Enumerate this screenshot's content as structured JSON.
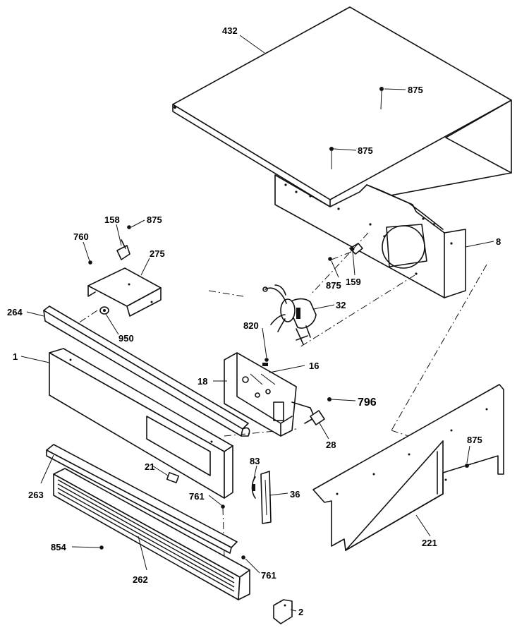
{
  "labels": {
    "p432": "432",
    "p875_a": "875",
    "p875_b": "875",
    "p875_c": "875",
    "p875_d": "875",
    "p875_e": "875",
    "p8": "8",
    "p158": "158",
    "p760": "760",
    "p275": "275",
    "p159": "159",
    "p32": "32",
    "p264": "264",
    "p950": "950",
    "p820": "820",
    "p1": "1",
    "p16": "16",
    "p18": "18",
    "p796": "796",
    "p28": "28",
    "p83": "83",
    "p21": "21",
    "p36": "36",
    "p263": "263",
    "p761_a": "761",
    "p761_b": "761",
    "p854": "854",
    "p262": "262",
    "p221": "221",
    "p2": "2"
  }
}
